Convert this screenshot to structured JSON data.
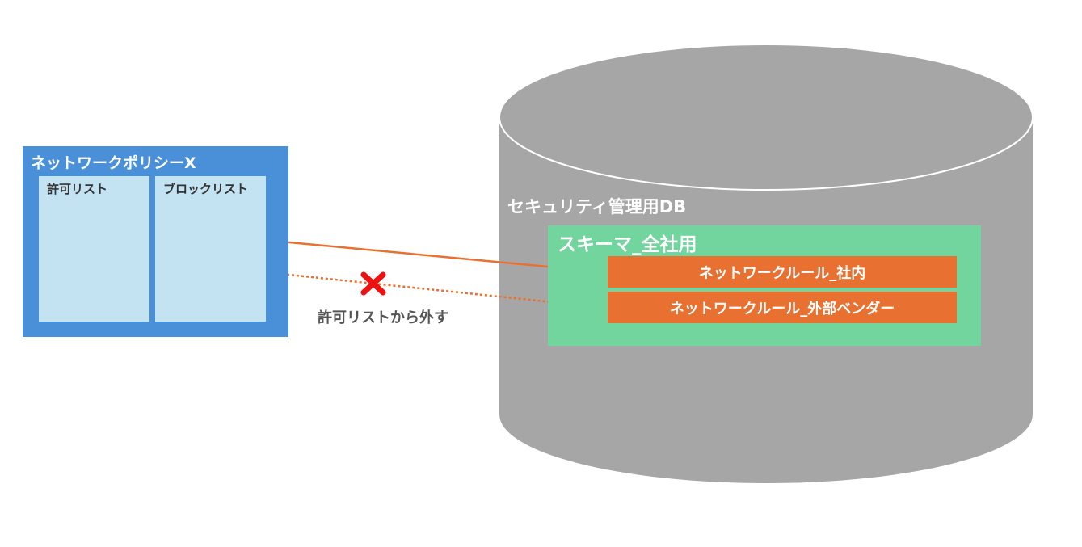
{
  "policy": {
    "title": "ネットワークポリシーX",
    "allow_list_label": "許可リスト",
    "block_list_label": "ブロックリスト"
  },
  "database": {
    "label": "セキュリティ管理用DB",
    "schema_label": "スキーマ_全社用",
    "rules": [
      "ネットワークルール_社内",
      "ネットワークルール_外部ベンダー"
    ]
  },
  "edge": {
    "removed_label": "許可リストから外す"
  },
  "colors": {
    "policy_blue": "#4a90d9",
    "list_panel": "#c3e3f3",
    "db_gray": "#a6a6a6",
    "schema_green": "#73d59e",
    "rule_orange": "#e87030",
    "x_red": "#ee1111"
  }
}
